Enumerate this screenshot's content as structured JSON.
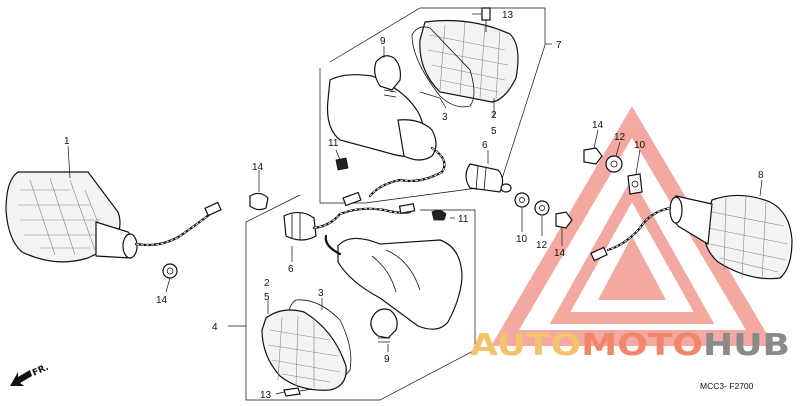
{
  "callouts": {
    "c1": "1",
    "c14_left": "14",
    "c14_mid": "14",
    "c6_lower": "6",
    "c2_lower": "2",
    "c5_lower": "5",
    "c3_lower": "3",
    "c4": "4",
    "c9_lower": "9",
    "c13_lower": "13",
    "c11_lower": "11",
    "c13_upper": "13",
    "c7": "7",
    "c9_upper": "9",
    "c3_upper": "3",
    "c2_upper": "2",
    "c5_upper": "5",
    "c11_upper": "11",
    "c6_upper": "6",
    "c10_mid": "10",
    "c12_mid": "12",
    "c14_right_low": "14",
    "c14_right_top": "14",
    "c12_right": "12",
    "c10_right": "10",
    "c8": "8"
  },
  "front_label": "FR.",
  "ref_code": "MCC3- F2700",
  "watermark": {
    "auto": "AUTO",
    "moto": "MOTO",
    "hub": "HUB",
    "colors": {
      "auto": "#f2c36b",
      "moto": "#f2866a",
      "hub": "#8a8a8a",
      "triangle": "#f08c82"
    }
  },
  "colors": {
    "line": "#111111",
    "background": "#ffffff"
  }
}
